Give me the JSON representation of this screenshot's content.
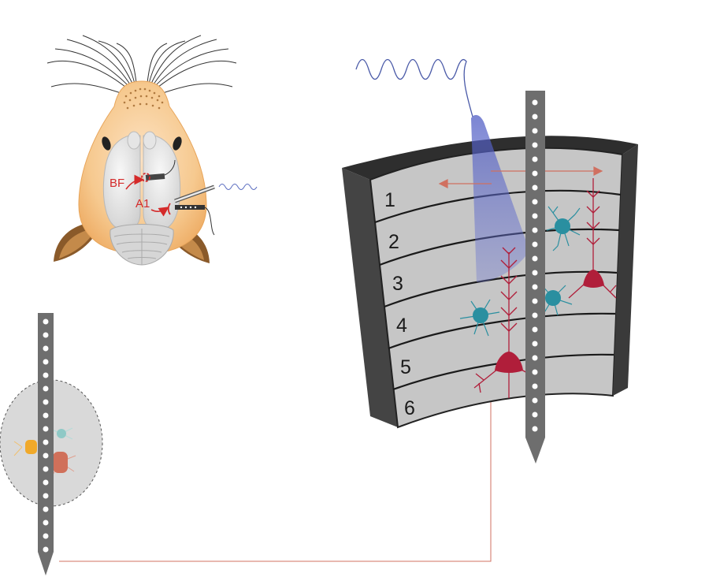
{
  "mouse_head": {
    "labels": {
      "bf": "BF",
      "a1": "A1"
    }
  },
  "cortex": {
    "layers": [
      "1",
      "2",
      "3",
      "4",
      "5",
      "6"
    ]
  },
  "colors": {
    "probe": "#6e6e6e",
    "probe_edge": "#555555",
    "cortex_face": "#c6c6c6",
    "cortex_side": "#3b3b3b",
    "light_cone": "#5a66c8",
    "sound_wave": "#4a5aa8",
    "pyramidal": "#b01e3a",
    "interneuron": "#2a8fa0",
    "connection": "#d07060",
    "label_red": "#d42a2a",
    "basal_forebrain": "#d9d9d9",
    "bf_neuron_orange": "#f0a92a",
    "bf_neuron_red": "#d0705a",
    "bf_neuron_teal": "#8fc9c6"
  }
}
